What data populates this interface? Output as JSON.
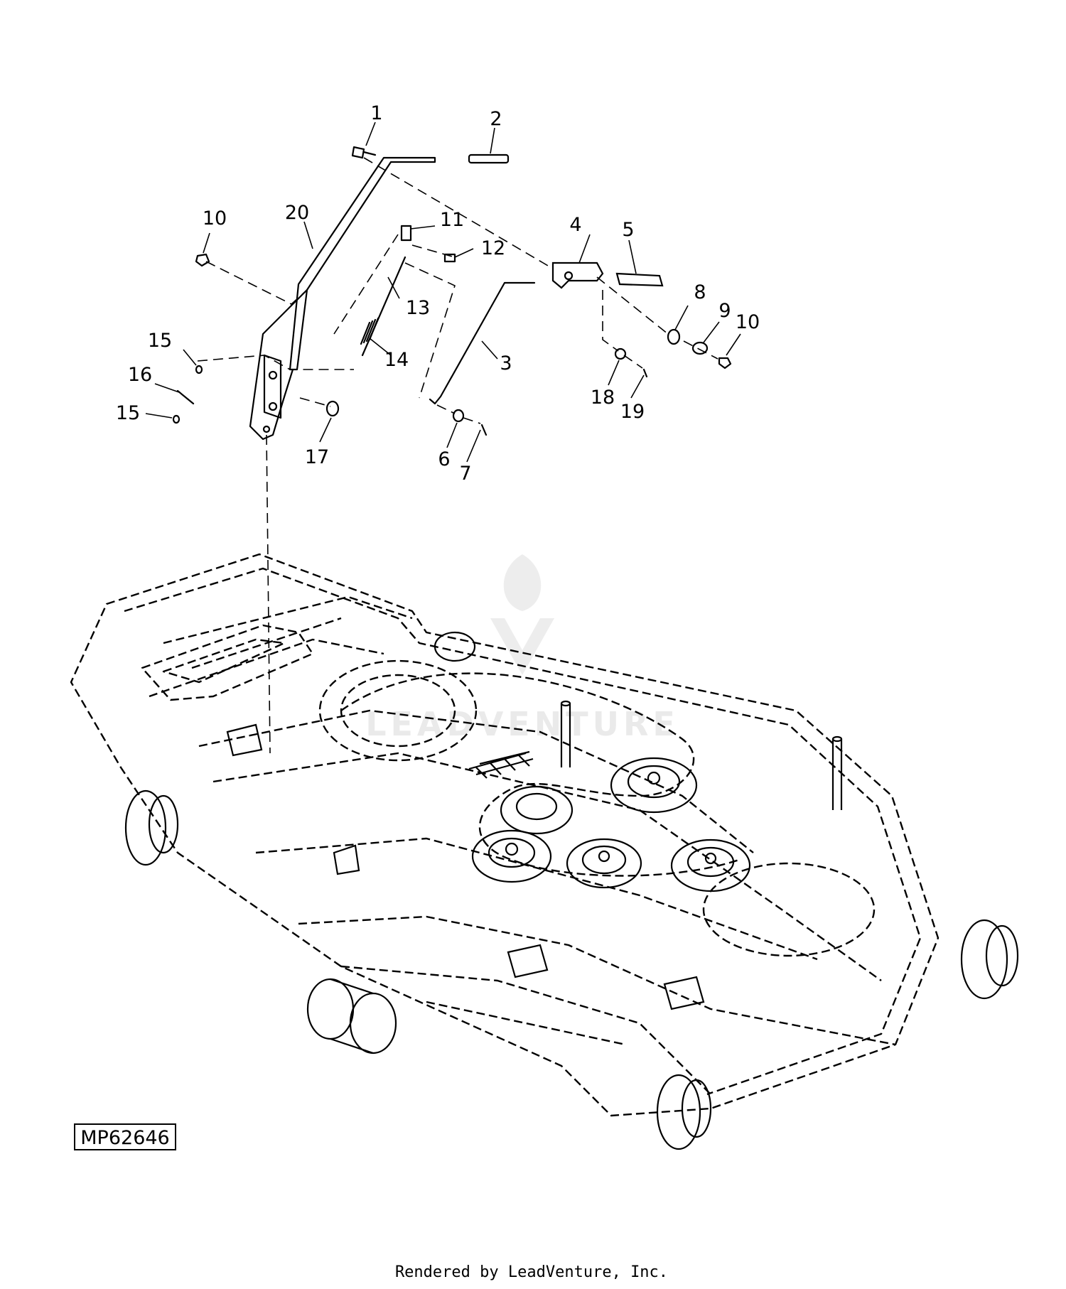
{
  "diagram": {
    "callouts": [
      "1",
      "2",
      "3",
      "4",
      "5",
      "6",
      "7",
      "8",
      "9",
      "10",
      "10",
      "11",
      "12",
      "13",
      "14",
      "15",
      "15",
      "16",
      "17",
      "18",
      "19",
      "20"
    ],
    "reference_code": "MP62646",
    "watermark": "LEADVENTURE",
    "footer": "Rendered by LeadVenture, Inc."
  }
}
